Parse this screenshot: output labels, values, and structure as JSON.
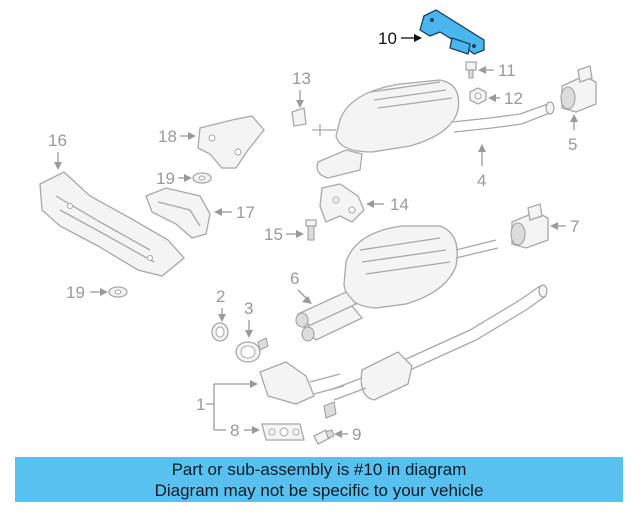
{
  "callouts": {
    "c1": "1",
    "c2": "2",
    "c3": "3",
    "c4": "4",
    "c5": "5",
    "c6": "6",
    "c7": "7",
    "c8": "8",
    "c9": "9",
    "c10": "10",
    "c11": "11",
    "c12": "12",
    "c13": "13",
    "c14": "14",
    "c15": "15",
    "c16": "16",
    "c17": "17",
    "c18": "18",
    "c19a": "19",
    "c19b": "19"
  },
  "highlighted_part": "10",
  "banner": {
    "line1": "Part or sub-assembly is #10 in diagram",
    "line2": "Diagram may not be specific to your vehicle"
  },
  "colors": {
    "highlight": "#49b6ee",
    "banner_background": "#59c1f0",
    "part_stroke": "#a8a8a8"
  }
}
